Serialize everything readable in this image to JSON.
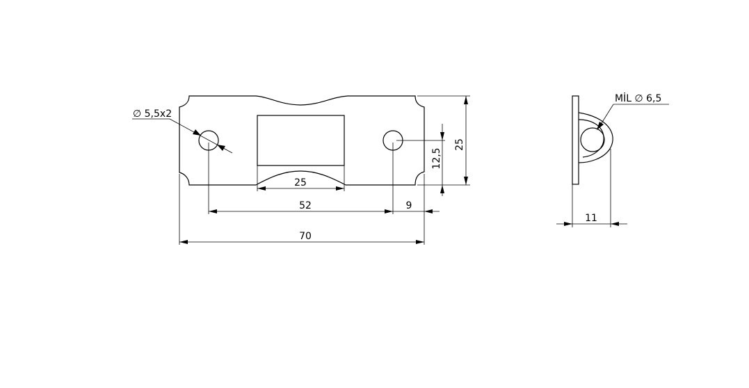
{
  "drawing": {
    "front_view": {
      "hole_callout": "∅ 5,5x2",
      "dim_window_width": "25",
      "dim_hole_spacing": "52",
      "dim_hole_edge": "9",
      "dim_total_length": "70",
      "dim_half_height": "12,5",
      "dim_total_height": "25"
    },
    "side_view": {
      "pin_callout": "MİL ∅ 6,5",
      "dim_pin_depth": "11"
    }
  }
}
